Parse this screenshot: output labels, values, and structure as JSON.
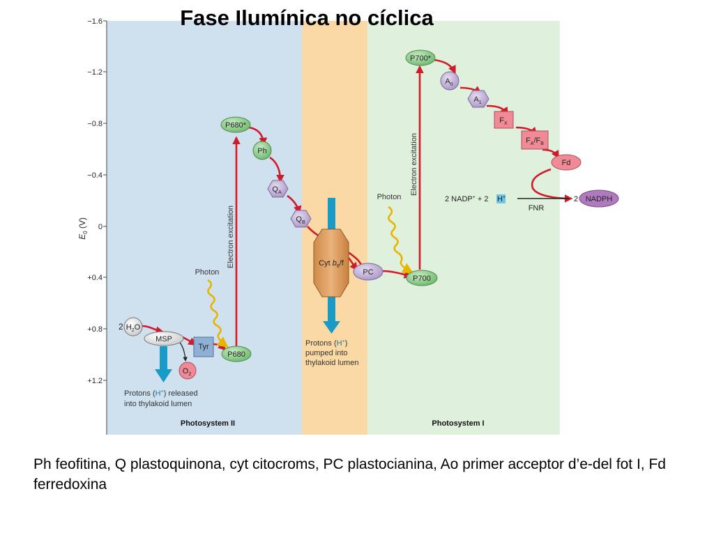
{
  "title": "Fase Ilumínica no cíclica",
  "caption": "Ph feofitina, Q plastoquinona, cyt citocroms, PC plastocianina, Ao primer acceptor d’e-del fot I, Fd ferredoxina",
  "axis": {
    "label_e": "E",
    "label_sub": "0",
    "label_unit": " (V)",
    "ticks": [
      "−1.6",
      "−1.2",
      "−0.8",
      "−0.4",
      "0",
      "+0.4",
      "+0.8",
      "+1.2"
    ]
  },
  "regions": {
    "ps2": "Photosystem II",
    "ps1": "Photosystem I"
  },
  "carriers": {
    "water_coef": "2",
    "h2o_a": "H",
    "h2o_sub": "2",
    "h2o_b": "O",
    "msp": "MSP",
    "tyr": "Tyr",
    "p680": "P680",
    "p680_star": "P680*",
    "o2_a": "O",
    "o2_sub": "2",
    "ph": "Ph",
    "qa": "Q",
    "qa_sub": "A",
    "qb": "Q",
    "qb_sub": "B",
    "cyt_a": "Cyt ",
    "cyt_b": "b",
    "cyt_sub": "6",
    "cyt_c": "/f",
    "pc": "PC",
    "p700": "P700",
    "p700_star": "P700*",
    "a0": "A",
    "a0_sub": "0",
    "a1": "A",
    "a1_sub": "1",
    "fx": "F",
    "fx_sub": "X",
    "fafb_a": "F",
    "fafb_sub1": "A",
    "fafb_b": "/F",
    "fafb_sub2": "B",
    "fd": "Fd",
    "nadp_left": "2 NADP",
    "nadp_plus": "+",
    "plus_sign": " + 2 ",
    "h_plus": "H",
    "h_plus_sup": "+",
    "fnr": "FNR",
    "nadph_coef": "2",
    "nadph": "NADPH"
  },
  "labels": {
    "photon": "Photon",
    "electron_excitation": "Electron excitation",
    "protons_released_1a": "Protons (",
    "protons_released_1h": "H",
    "protons_released_1sup": "+",
    "protons_released_1b": ") released",
    "protons_released_2": "into thylakoid lumen",
    "protons_pumped_1a": "Protons (",
    "protons_pumped_1h": "H",
    "protons_pumped_1sup": "+",
    "protons_pumped_1b": ")",
    "protons_pumped_2": "pumped into",
    "protons_pumped_3": "thylakoid lumen"
  },
  "colors": {
    "ps2_bg": "#cfe0ef",
    "cyt_bg": "#fbd9a4",
    "ps1_bg": "#dff0dc",
    "electron_path": "#d11a2a",
    "photon": "#e8b400",
    "proton_arrow": "#1a9ac6",
    "p_center": "#8bc98b",
    "hexagon": "#c6b6da",
    "fe_s": "#ef8a96",
    "nadph": "#b07abf",
    "cyt": "#e09f60"
  }
}
